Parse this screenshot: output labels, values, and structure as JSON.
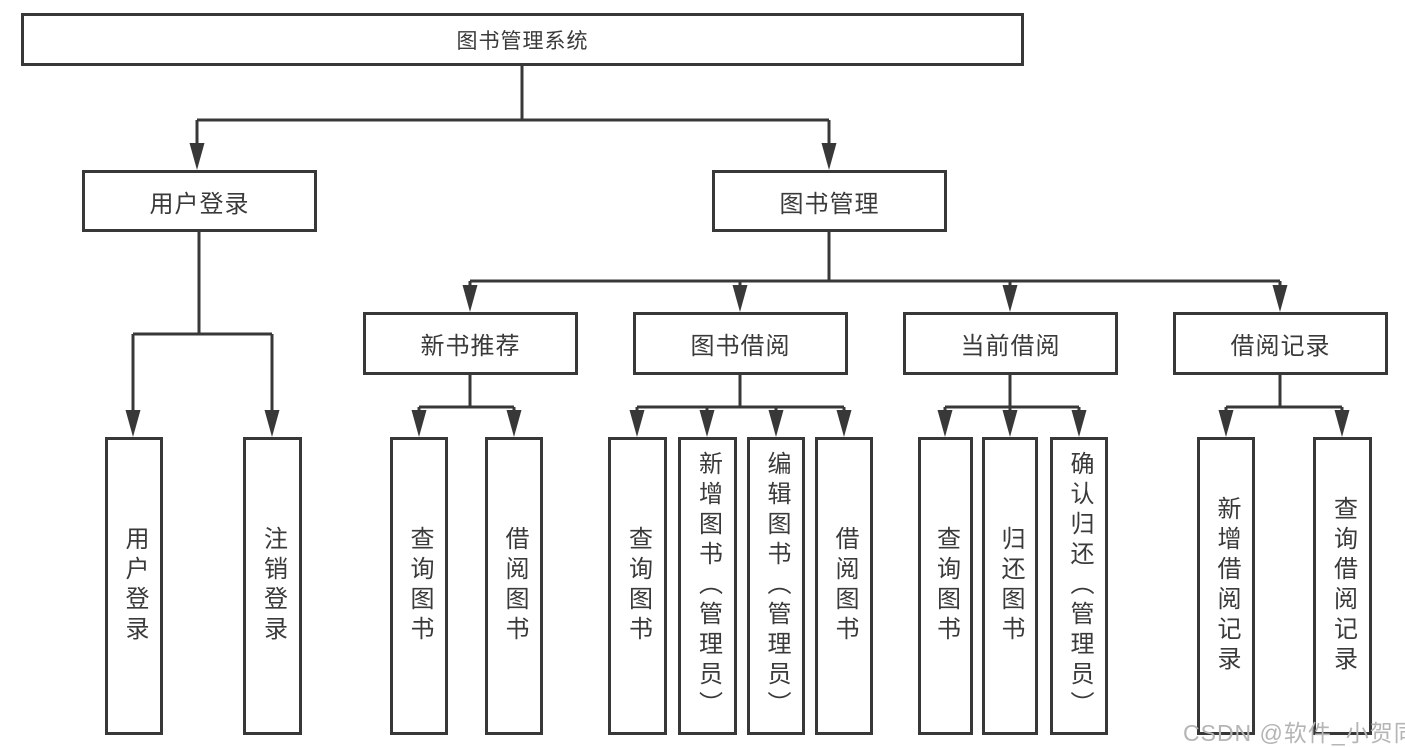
{
  "tree": {
    "label": "图书管理系统",
    "children": [
      {
        "label": "用户登录",
        "children": [
          {
            "label": "用户登录"
          },
          {
            "label": "注销登录"
          }
        ]
      },
      {
        "label": "图书管理",
        "children": [
          {
            "label": "新书推荐",
            "children": [
              {
                "label": "查询图书"
              },
              {
                "label": "借阅图书"
              }
            ]
          },
          {
            "label": "图书借阅",
            "children": [
              {
                "label": "查询图书"
              },
              {
                "label": "新增图书（管理员）"
              },
              {
                "label": "编辑图书（管理员）"
              },
              {
                "label": "借阅图书"
              }
            ]
          },
          {
            "label": "当前借阅",
            "children": [
              {
                "label": "查询图书"
              },
              {
                "label": "归还图书"
              },
              {
                "label": "确认归还（管理员）"
              }
            ]
          },
          {
            "label": "借阅记录",
            "children": [
              {
                "label": "新增借阅记录"
              },
              {
                "label": "查询借阅记录"
              }
            ]
          }
        ]
      }
    ]
  },
  "watermark": "CSDN @软件_小贺同学",
  "colors": {
    "line": "#383838",
    "text": "#3a3a3a",
    "watermark": "#b5b5b5",
    "background": "#ffffff"
  }
}
